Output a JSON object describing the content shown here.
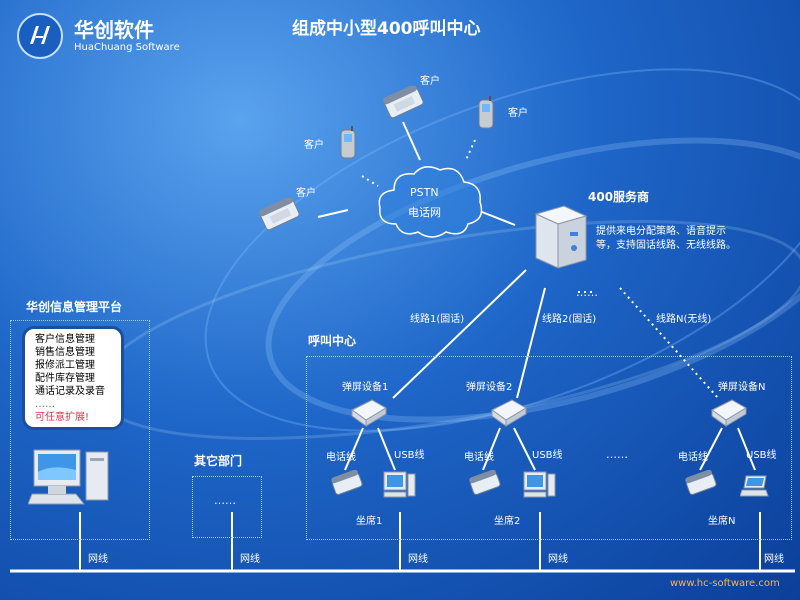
{
  "logo": {
    "name_cn": "华创软件",
    "name_en": "HuaChuang Software"
  },
  "title": "组成中小型400呼叫中心",
  "customers": [
    "客户",
    "客户",
    "客户",
    "客户"
  ],
  "pstn": {
    "line1": "PSTN",
    "line2": "电话网"
  },
  "provider": {
    "title": "400服务商",
    "desc1": "提供来电分配策略、语音提示",
    "desc2": "等，支持固话线路、无线线路。"
  },
  "lines": [
    "线路1(固话)",
    "线路2(固话)",
    "线路N(无线)"
  ],
  "hc_platform": {
    "title": "华创信息管理平台",
    "items": [
      "客户信息管理",
      "销售信息管理",
      "报修派工管理",
      "配件库存管理",
      "通话记录及录音"
    ],
    "ellipsis": "……",
    "extend": "可任意扩展!"
  },
  "call_center": {
    "title": "呼叫中心"
  },
  "devices": [
    "弹屏设备1",
    "弹屏设备2",
    "弹屏设备N"
  ],
  "phone_line": "电话线",
  "usb_line": "USB线",
  "seats": [
    "坐席1",
    "坐席2",
    "坐席N"
  ],
  "other_dept": {
    "title": "其它部门",
    "dots": "……"
  },
  "network_label": "网线",
  "dots_h": "……",
  "website": "www.hc-software.com"
}
